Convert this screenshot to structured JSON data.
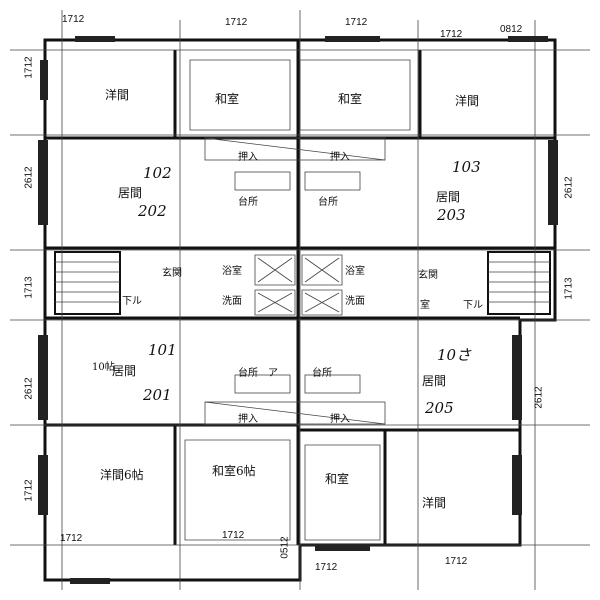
{
  "dimensions": {
    "top": [
      "1712",
      "1712",
      "1712",
      "1712",
      "0812"
    ],
    "bottom": [
      "1712",
      "1712",
      "0512",
      "1712",
      "1712"
    ],
    "left": [
      "1712",
      "2612",
      "1713",
      "2612",
      "1712"
    ],
    "right": [
      "2612",
      "1713",
      "2612"
    ]
  },
  "rooms": {
    "youma": "洋間",
    "washitsu": "和室",
    "daidokoro": "台所",
    "kyoma": "居間",
    "oshiire": "押入",
    "genkan": "玄関",
    "yokushitsu": "浴室",
    "senmen": "洗面",
    "shitsu": "室",
    "shita": "下ル",
    "youma_6": "洋間6帖",
    "washitsu_6": "和室6帖",
    "jo10": "10帖",
    "daidokoro_ku": "台所　ア"
  },
  "units": [
    "102",
    "202",
    "103",
    "203",
    "101",
    "201",
    "10さ",
    "205"
  ],
  "colors": {
    "ink": "#111111",
    "paper": "#ffffff"
  }
}
